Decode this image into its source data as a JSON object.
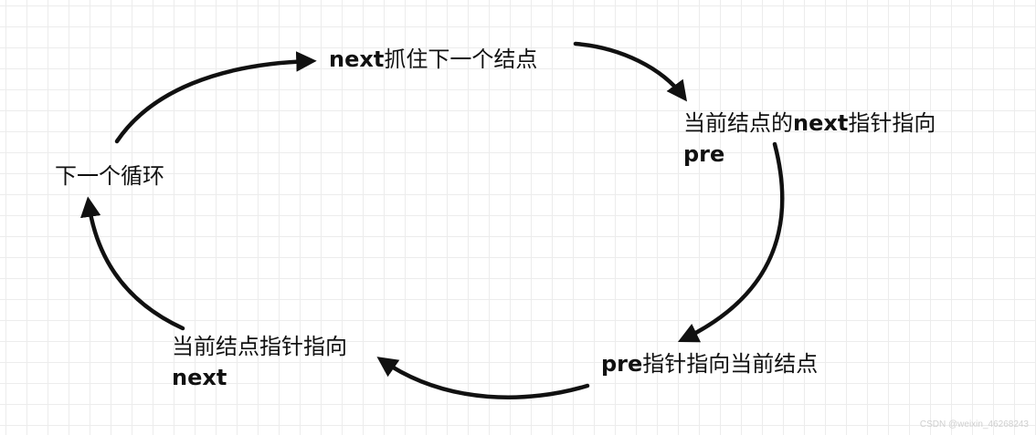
{
  "diagram": {
    "stroke_color": "#111111",
    "nodes": {
      "grab_next": {
        "latin": "next",
        "cjk": "抓住下一个结点"
      },
      "cur_next_to_pre": {
        "cjk": "当前结点的",
        "latin": "next",
        "cjk2": "指针指向",
        "line2": "pre"
      },
      "pre_to_cur": {
        "latin": "pre",
        "cjk": "指针指向当前结点"
      },
      "cur_to_next": {
        "line1": "当前结点指针指向",
        "line2": "next"
      },
      "next_loop": {
        "label": "下一个循环"
      }
    },
    "watermark": "CSDN @weixin_46268243"
  }
}
